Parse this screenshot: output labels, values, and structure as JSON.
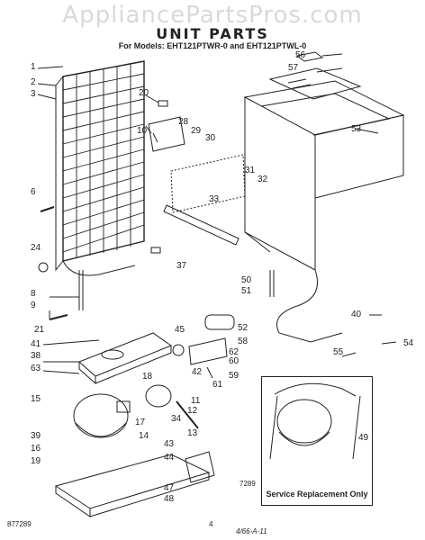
{
  "header": {
    "watermark": "AppliancePartsPros.com",
    "title": "UNIT PARTS",
    "models": "For Models: EHT121PTWR-0 and EHT121PTWL-0"
  },
  "service_box": {
    "label": "Service Replacement Only"
  },
  "footer": {
    "left_code": "877289",
    "page_number": "4",
    "date": "4/66-A-11",
    "figure_code": "7289"
  },
  "part_numbers": [
    "1",
    "2",
    "3",
    "6",
    "8",
    "9",
    "10",
    "11",
    "12",
    "13",
    "14",
    "15",
    "16",
    "17",
    "18",
    "19",
    "20",
    "21",
    "24",
    "28",
    "29",
    "30",
    "31",
    "32",
    "33",
    "34",
    "37",
    "38",
    "39",
    "40",
    "41",
    "42",
    "43",
    "44",
    "45",
    "47",
    "48",
    "49",
    "50",
    "51",
    "52",
    "53",
    "54",
    "55",
    "56",
    "57",
    "58",
    "59",
    "60",
    "61",
    "62",
    "63"
  ],
  "colors": {
    "ink": "#222222",
    "watermark": "#d9d9d9"
  }
}
